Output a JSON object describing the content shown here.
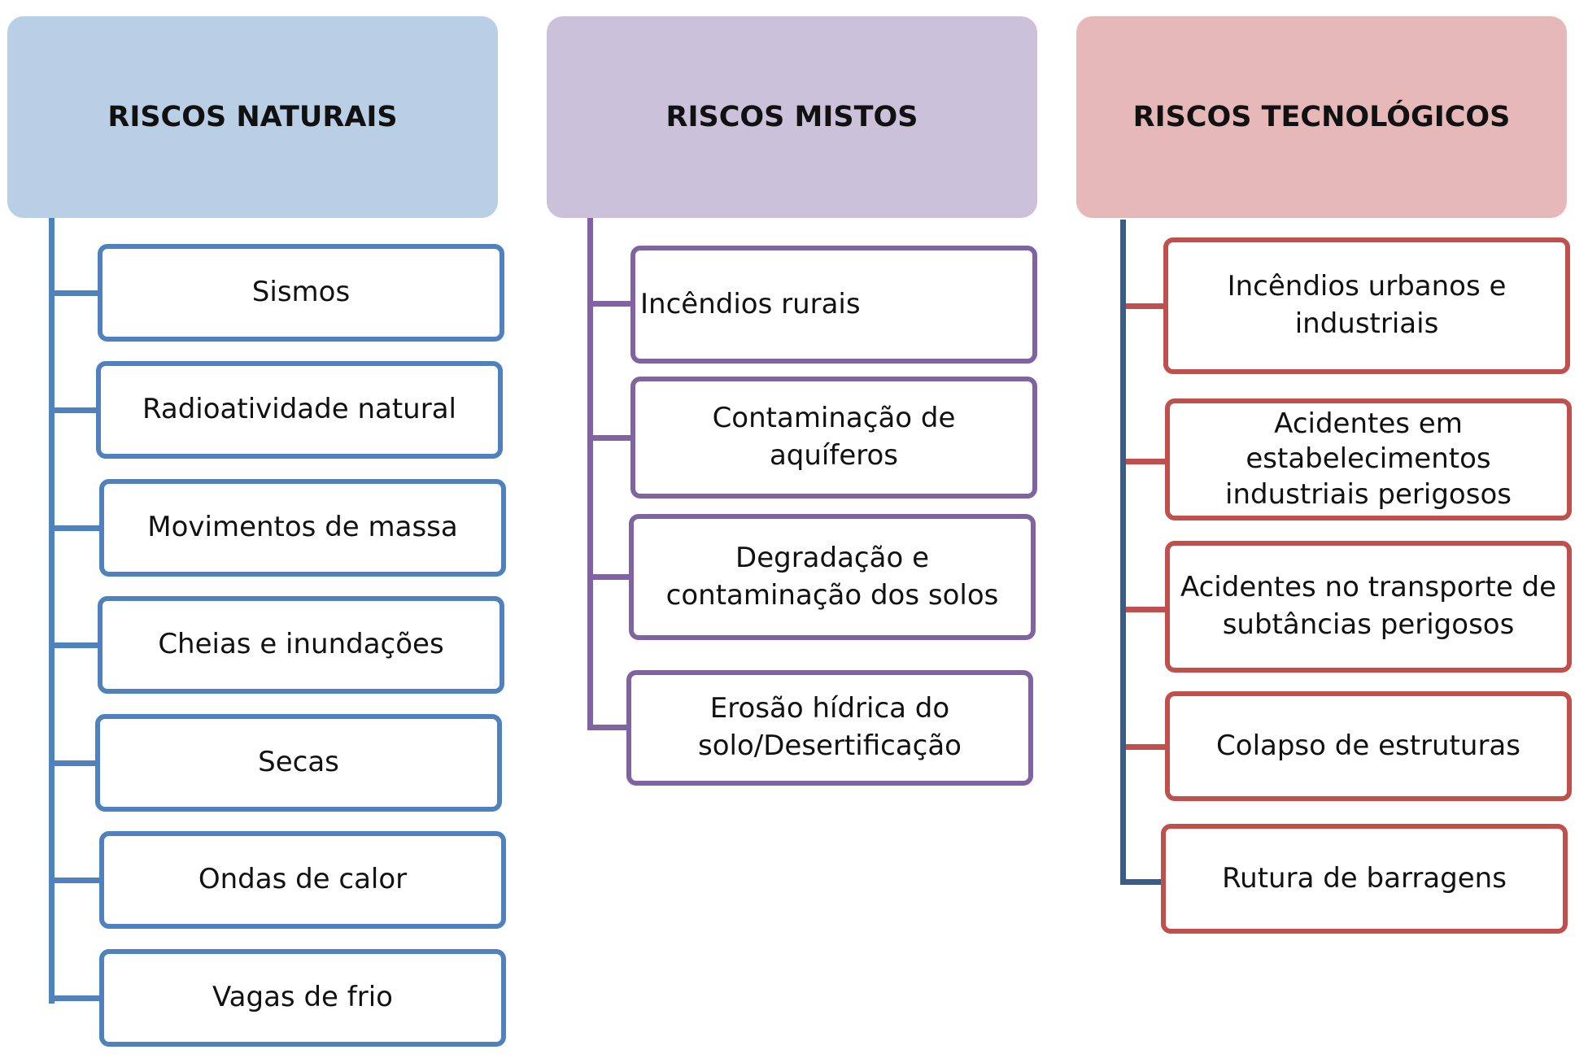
{
  "columns": {
    "naturais": {
      "title": "RISCOS NATURAIS",
      "items": [
        "Sismos",
        "Radioatividade natural",
        "Movimentos de massa",
        "Cheias e inundações",
        "Secas",
        "Ondas de calor",
        "Vagas de frio"
      ]
    },
    "mistos": {
      "title": "RISCOS MISTOS",
      "items": [
        "Incêndios rurais",
        "Contaminação de aquíferos",
        "Degradação e contaminação dos solos",
        "Erosão hídrica do solo/Desertificação"
      ]
    },
    "tecnologicos": {
      "title": "RISCOS TECNOLÓGICOS",
      "items": [
        "Incêndios urbanos e industriais",
        "Acidentes em estabelecimentos industriais perigosos",
        "Acidentes no transporte de subtâncias perigosos",
        "Colapso de estruturas",
        "Rutura de barragens"
      ]
    }
  },
  "colors": {
    "naturais_header": "#b9cfe6",
    "mistos_header": "#ccc1da",
    "tecnologicos_header": "#e6b9b8",
    "naturais_line": "#4f81bd",
    "mistos_line": "#8064a2",
    "tecnologicos_line": "#c0504d",
    "tecnologicos_trunk": "#385d8a"
  }
}
